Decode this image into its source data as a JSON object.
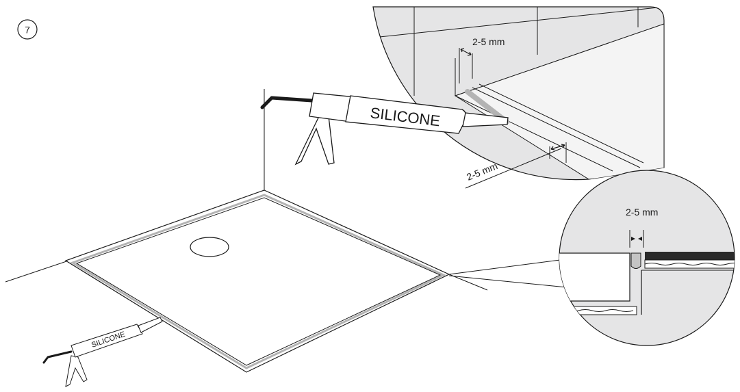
{
  "step": {
    "number": "7"
  },
  "measurements": {
    "wall_gap": "2-5 mm",
    "floor_gap": "2-5 mm",
    "detail_gap": "2-5 mm"
  },
  "sealant": {
    "large_gun_label": "SILICONE",
    "small_gun_label": "SILICONE"
  },
  "colors": {
    "zoom_background": "#e5e5e6",
    "ink": "#1a1a1a",
    "silicone_bead": "#b3b3b3",
    "membrane": "#2a2a2a"
  }
}
